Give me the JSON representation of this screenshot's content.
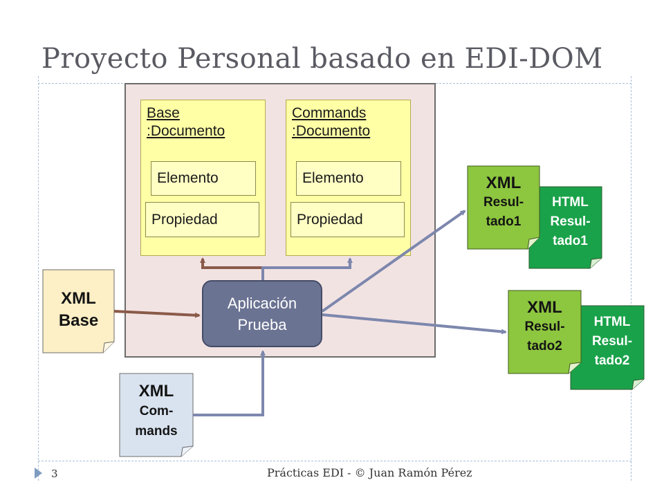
{
  "slide": {
    "title": "Proyecto Personal basado en EDI-DOM",
    "page_number": "3",
    "footer": "Prácticas EDI - © Juan Ramón Pérez"
  },
  "documents": {
    "base": {
      "line1": "Base",
      "line2": ":Documento",
      "element": "Elemento",
      "property": "Propiedad"
    },
    "commands": {
      "line1": "Commands",
      "line2": ":Documento",
      "element": "Elemento",
      "property": "Propiedad"
    }
  },
  "app": {
    "line1": "Aplicación",
    "line2": "Prueba"
  },
  "files": {
    "xml_base": {
      "line1": "XML",
      "line2": "Base"
    },
    "xml_commands": {
      "line1": "XML",
      "line2": "Com-",
      "line3": "mands"
    },
    "xml_result1": {
      "line1": "XML",
      "line2": "Resul-",
      "line3": "tado1"
    },
    "html_result1": {
      "line1": "HTML",
      "line2": "Resul-",
      "line3": "tado1"
    },
    "xml_result2": {
      "line1": "XML",
      "line2": "Resul-",
      "line3": "tado2"
    },
    "html_result2": {
      "line1": "HTML",
      "line2": "Resul-",
      "line3": "tado2"
    }
  },
  "colors": {
    "container": "#f2e3e3",
    "document": "#ffffa6",
    "app": "#6b7393",
    "xml_base_note": "#fdefc6",
    "xml_commands_note": "#d9e3ef",
    "xml_result_note": "#8dc63f",
    "html_result_note": "#1aa24a",
    "arrow_brown": "#8a5a48",
    "arrow_blue": "#7d87ad"
  }
}
